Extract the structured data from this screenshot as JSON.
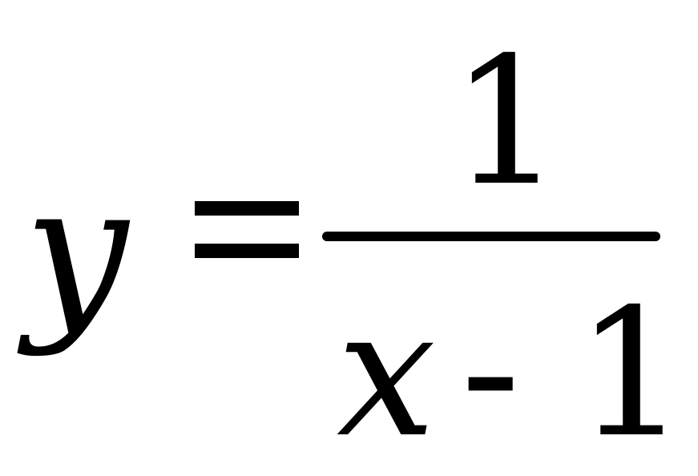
{
  "equation": {
    "lhs": "y",
    "equals": "=",
    "numerator": "1",
    "denominator": {
      "variable": "x",
      "operator": "-",
      "constant": "1"
    }
  },
  "colors": {
    "background": "#ffffff",
    "ink": "#000000"
  }
}
